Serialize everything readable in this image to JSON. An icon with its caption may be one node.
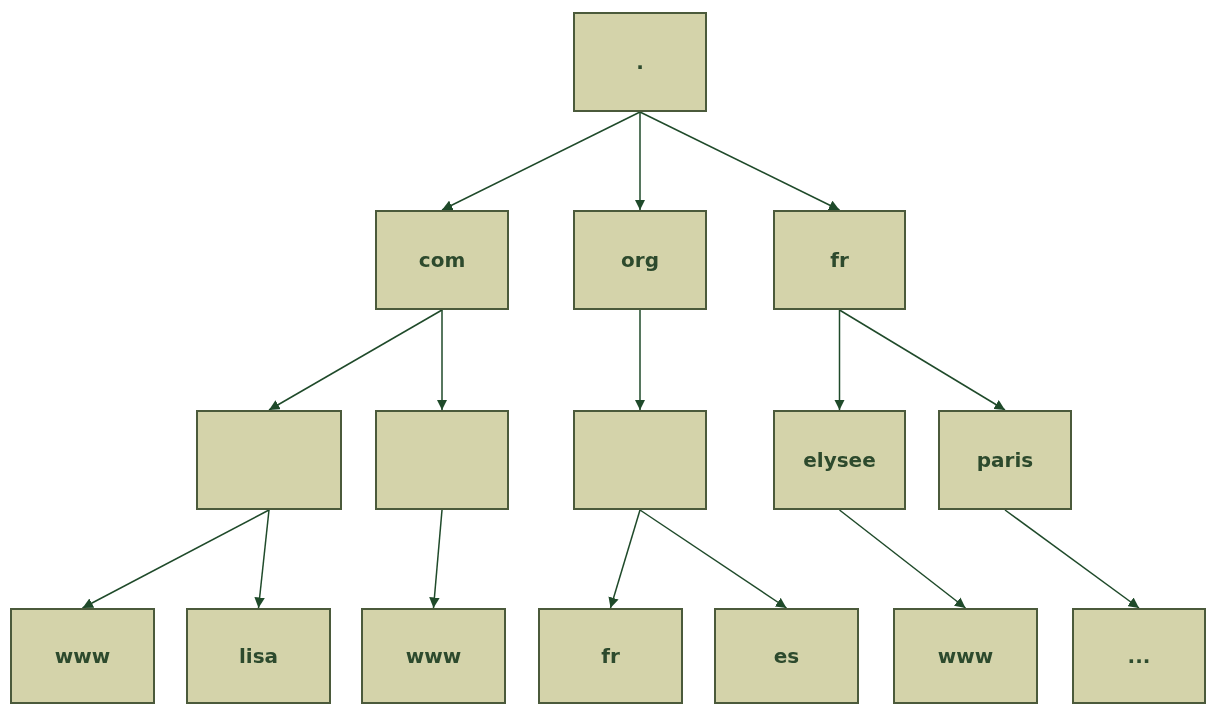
{
  "diagram": {
    "nodes": [
      {
        "text": [
          "."
        ]
      },
      {
        "text": [
          "com"
        ]
      },
      {
        "text": [
          "org"
        ]
      },
      {
        "text": [
          "fr"
        ]
      },
      {
        "text": [],
        "shape": "box"
      },
      {
        "text": [],
        "shape": "box"
      },
      {
        "text": [],
        "shape": "box"
      },
      {
        "text": [
          "elysee"
        ]
      },
      {
        "text": [
          "paris"
        ]
      },
      {
        "text": [
          "www"
        ]
      },
      {
        "text": [
          "lisa"
        ]
      },
      {
        "text": [
          "www"
        ]
      },
      {
        "text": [
          "fr"
        ]
      },
      {
        "text": [
          "es"
        ]
      },
      {
        "text": [
          "www"
        ]
      },
      {
        "text": [
          "..."
        ]
      }
    ],
    "edges": [
      {
        "from": 0,
        "to": 1,
        "arrow": "to"
      },
      {
        "from": 0,
        "to": 2,
        "arrow": "to"
      },
      {
        "from": 0,
        "to": 3,
        "arrow": "to"
      },
      {
        "from": 1,
        "to": 4,
        "arrow": "to"
      },
      {
        "from": 1,
        "to": 5,
        "arrow": "to"
      },
      {
        "from": 2,
        "to": 6,
        "arrow": "to"
      },
      {
        "from": 3,
        "to": 7,
        "arrow": "to"
      },
      {
        "from": 3,
        "to": 8,
        "arrow": "to"
      },
      {
        "from": 4,
        "to": 9,
        "arrow": "to"
      },
      {
        "from": 4,
        "to": 10,
        "arrow": "to"
      },
      {
        "from": 5,
        "to": 11,
        "arrow": "to"
      },
      {
        "from": 6,
        "to": 12,
        "arrow": "to"
      },
      {
        "from": 6,
        "to": 13,
        "arrow": "to"
      },
      {
        "from": 7,
        "to": 14,
        "arrow": "to"
      },
      {
        "from": 8,
        "to": 15,
        "arrow": "to"
      }
    ]
  }
}
